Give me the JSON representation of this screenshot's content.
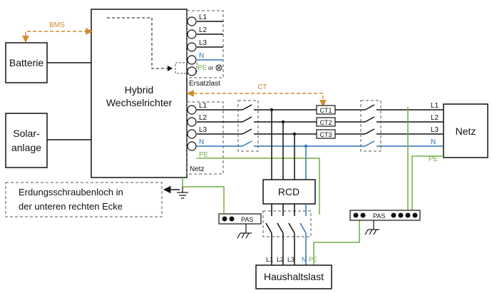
{
  "labels": {
    "battery": "Batterie",
    "solar_line1": "Solar-",
    "solar_line2": "anlage",
    "inverter_line1": "Hybrid",
    "inverter_line2": "Wechselrichter",
    "bms": "BMS",
    "ct": "CT",
    "backup_load": "Ersatzlast",
    "grid_port": "Netz",
    "grid": "Netz",
    "grounding_line1": "Erdungsschraubenloch in",
    "grounding_line2": "der unteren rechten Ecke",
    "rcd": "RCD",
    "household_load": "Haushaltslast",
    "pas": "PAS",
    "or_symbol": "or",
    "ct1": "CT1",
    "ct2": "CT2",
    "ct3": "CT3"
  },
  "terminals": {
    "backup": [
      "L1",
      "L2",
      "L3",
      "N",
      "PE"
    ],
    "grid_port": [
      "L1",
      "L2",
      "L3",
      "N",
      "PE"
    ],
    "grid": [
      "L1",
      "L2",
      "L3",
      "N",
      "PE"
    ],
    "household": [
      "L1",
      "L2",
      "L3",
      "N",
      "PE"
    ]
  },
  "colors": {
    "line": "#111111",
    "neutral": "#2e75b6",
    "earth": "#70ad47",
    "signal": "#d08a2c",
    "dashed_box": "#555555"
  }
}
